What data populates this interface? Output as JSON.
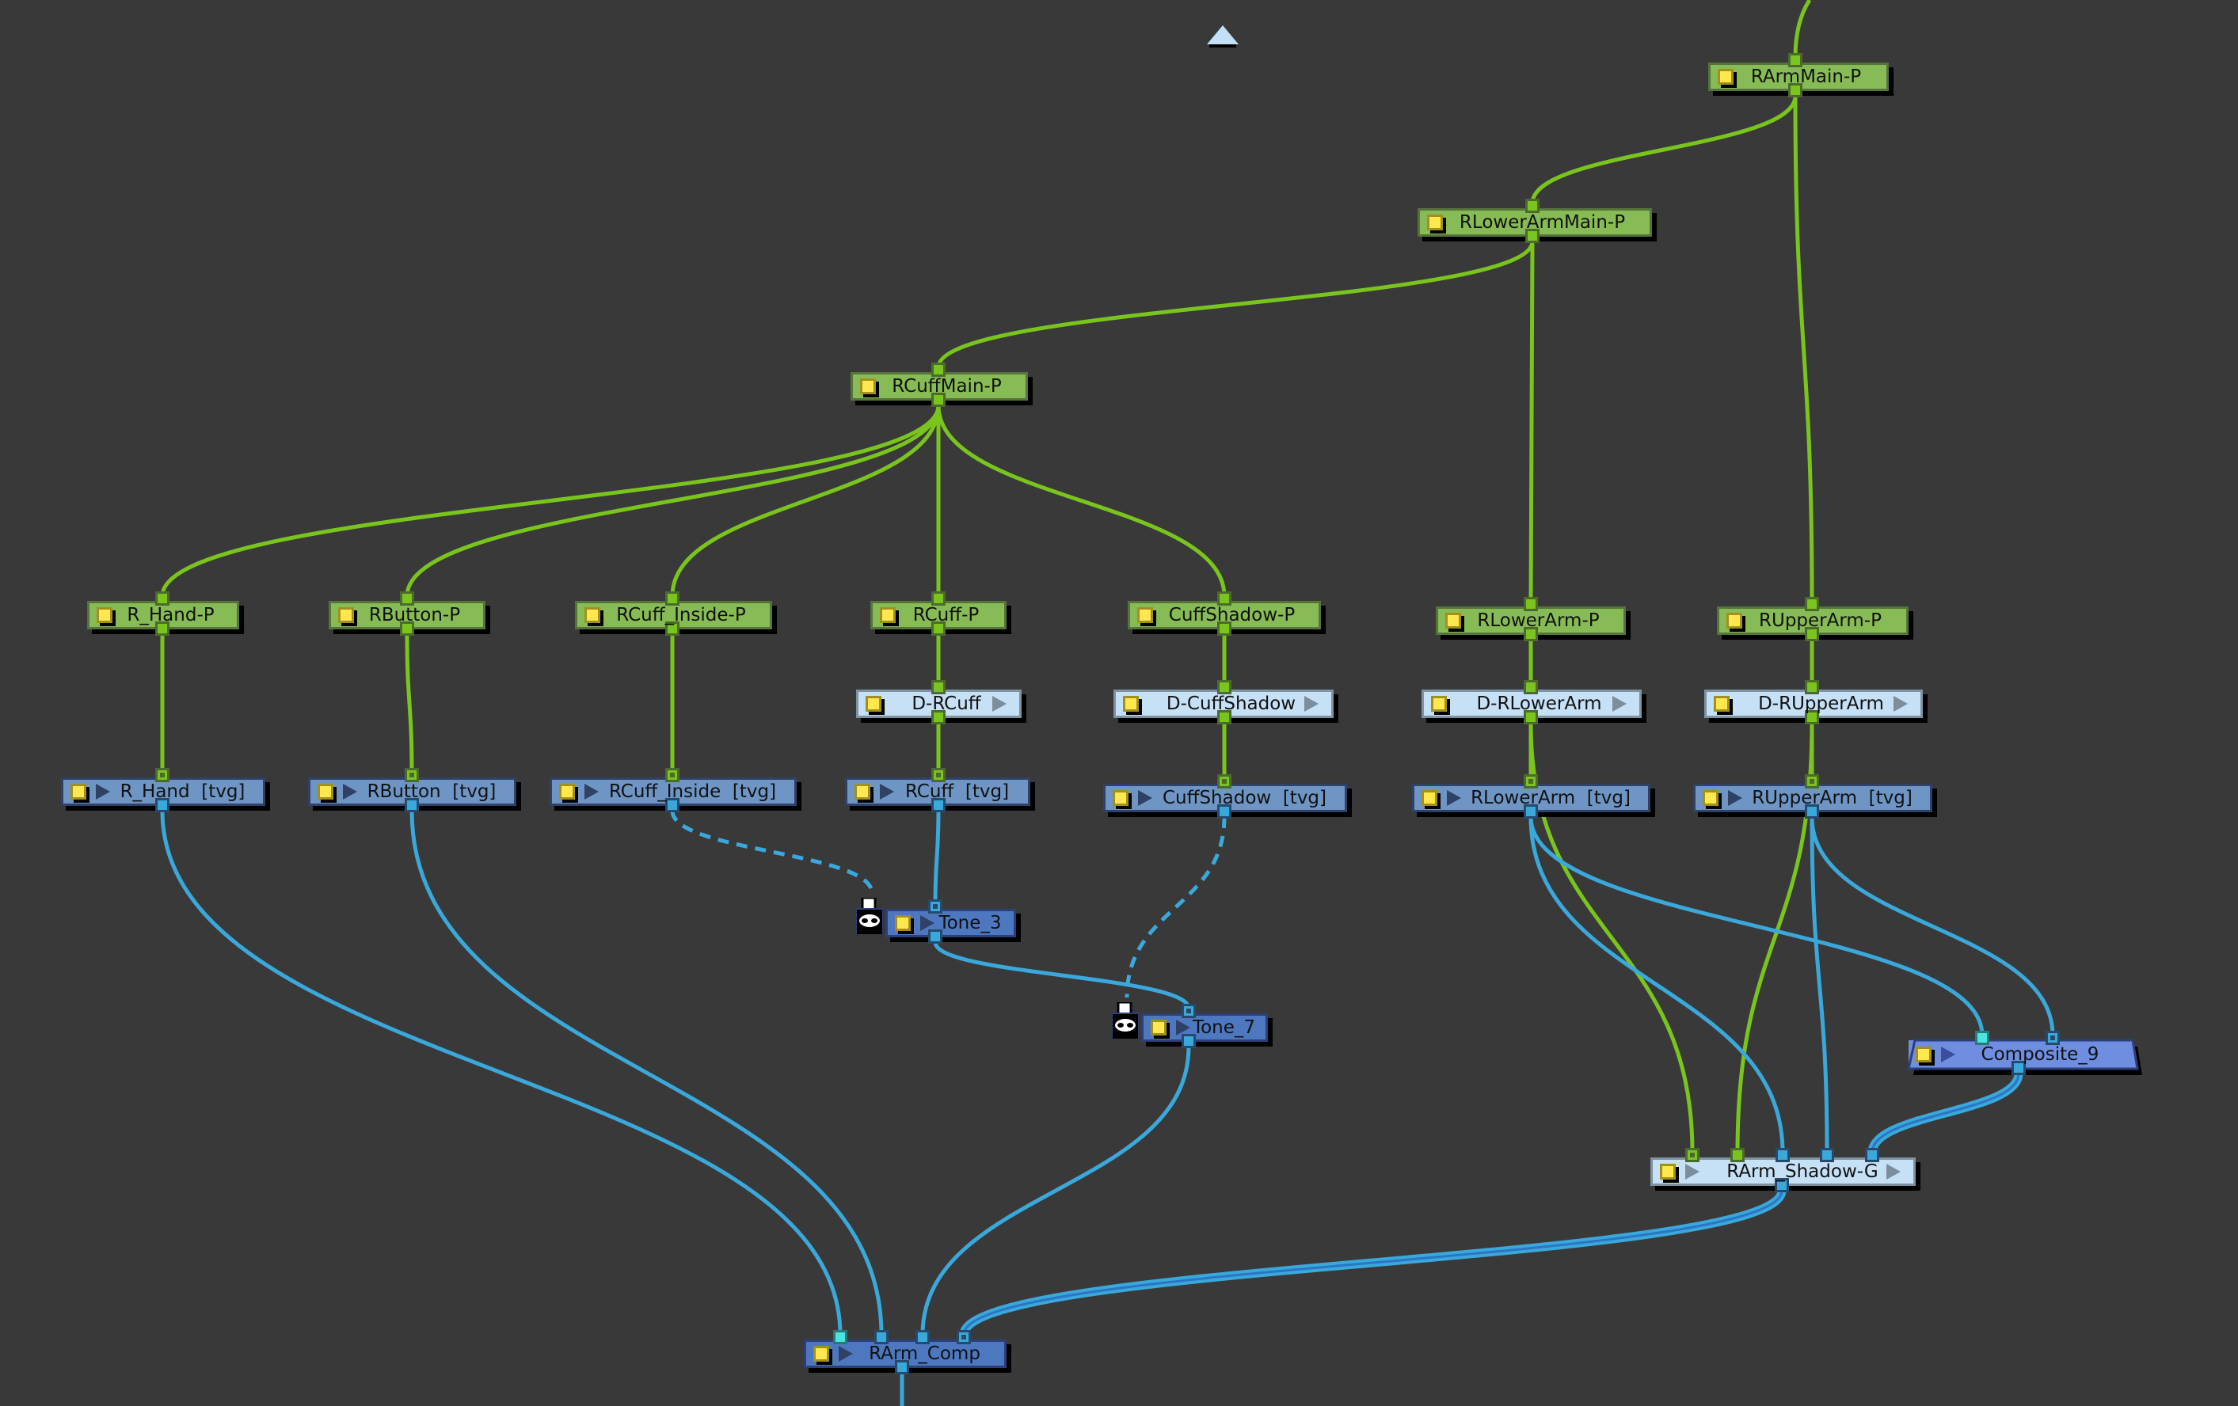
{
  "app": "Node View",
  "colors": {
    "background": "#393939",
    "peg_node": "#87bb56",
    "deform_node": "#c6e0f6",
    "drawing_node": "#6e95c4",
    "effect_node": "#4d78c0",
    "composite_node": "#6f8ee0",
    "matte_wire": "#79c51e",
    "image_wire": "#3aa8db",
    "enable_toggle": "#ffe84f"
  },
  "navigation": {
    "icon": "scroll-up-arrow-icon"
  },
  "nodes": [
    {
      "id": "RArmMain-P",
      "label": "RArmMain-P",
      "type": "peg"
    },
    {
      "id": "RLowerArmMain-P",
      "label": "RLowerArmMain-P",
      "type": "peg"
    },
    {
      "id": "RCuffMain-P",
      "label": "RCuffMain-P",
      "type": "peg"
    },
    {
      "id": "R_Hand-P",
      "label": "R_Hand-P",
      "type": "peg"
    },
    {
      "id": "RButton-P",
      "label": "RButton-P",
      "type": "peg"
    },
    {
      "id": "RCuff_Inside-P",
      "label": "RCuff_Inside-P",
      "type": "peg"
    },
    {
      "id": "RCuff-P",
      "label": "RCuff-P",
      "type": "peg"
    },
    {
      "id": "CuffShadow-P",
      "label": "CuffShadow-P",
      "type": "peg"
    },
    {
      "id": "RLowerArm-P",
      "label": "RLowerArm-P",
      "type": "peg"
    },
    {
      "id": "RUpperArm-P",
      "label": "RUpperArm-P",
      "type": "peg"
    },
    {
      "id": "D-RCuff",
      "label": "D-RCuff",
      "type": "deform"
    },
    {
      "id": "D-CuffShadow",
      "label": "D-CuffShadow",
      "type": "deform"
    },
    {
      "id": "D-RLowerArm",
      "label": "D-RLowerArm",
      "type": "deform"
    },
    {
      "id": "D-RUpperArm",
      "label": "D-RUpperArm",
      "type": "deform"
    },
    {
      "id": "R_Hand",
      "label": "R_Hand  [tvg]",
      "type": "drawing"
    },
    {
      "id": "RButton",
      "label": "RButton  [tvg]",
      "type": "drawing"
    },
    {
      "id": "RCuff_Inside",
      "label": "RCuff_Inside  [tvg]",
      "type": "drawing"
    },
    {
      "id": "RCuff",
      "label": "RCuff  [tvg]",
      "type": "drawing"
    },
    {
      "id": "CuffShadow",
      "label": "CuffShadow  [tvg]",
      "type": "drawing"
    },
    {
      "id": "RLowerArm",
      "label": "RLowerArm  [tvg]",
      "type": "drawing"
    },
    {
      "id": "RUpperArm",
      "label": "RUpperArm  [tvg]",
      "type": "drawing"
    },
    {
      "id": "Tone_3",
      "label": "Tone_3",
      "type": "effect",
      "matte": true
    },
    {
      "id": "Tone_7",
      "label": "Tone_7",
      "type": "effect",
      "matte": true
    },
    {
      "id": "Composite_9",
      "label": "Composite_9",
      "type": "composite"
    },
    {
      "id": "RArm_Shadow-G",
      "label": "RArm_Shadow-G",
      "type": "group"
    },
    {
      "id": "RArm_Comp",
      "label": "RArm_Comp",
      "type": "effect"
    }
  ],
  "connections": [
    {
      "from": "RArmMain-P",
      "to": "RLowerArmMain-P",
      "kind": "peg"
    },
    {
      "from": "RArmMain-P",
      "to": "RUpperArm-P",
      "kind": "peg"
    },
    {
      "from": "RLowerArmMain-P",
      "to": "RCuffMain-P",
      "kind": "peg"
    },
    {
      "from": "RLowerArmMain-P",
      "to": "RLowerArm-P",
      "kind": "peg"
    },
    {
      "from": "RCuffMain-P",
      "to": "R_Hand-P",
      "kind": "peg"
    },
    {
      "from": "RCuffMain-P",
      "to": "RButton-P",
      "kind": "peg"
    },
    {
      "from": "RCuffMain-P",
      "to": "RCuff_Inside-P",
      "kind": "peg"
    },
    {
      "from": "RCuffMain-P",
      "to": "RCuff-P",
      "kind": "peg"
    },
    {
      "from": "RCuffMain-P",
      "to": "CuffShadow-P",
      "kind": "peg"
    },
    {
      "from": "R_Hand-P",
      "to": "R_Hand",
      "kind": "peg"
    },
    {
      "from": "RButton-P",
      "to": "RButton",
      "kind": "peg"
    },
    {
      "from": "RCuff_Inside-P",
      "to": "RCuff_Inside",
      "kind": "peg"
    },
    {
      "from": "RCuff-P",
      "to": "D-RCuff",
      "kind": "peg"
    },
    {
      "from": "D-RCuff",
      "to": "RCuff",
      "kind": "peg"
    },
    {
      "from": "CuffShadow-P",
      "to": "D-CuffShadow",
      "kind": "peg"
    },
    {
      "from": "D-CuffShadow",
      "to": "CuffShadow",
      "kind": "peg"
    },
    {
      "from": "RLowerArm-P",
      "to": "D-RLowerArm",
      "kind": "peg"
    },
    {
      "from": "D-RLowerArm",
      "to": "RLowerArm",
      "kind": "peg"
    },
    {
      "from": "D-RLowerArm",
      "to": "RArm_Shadow-G",
      "kind": "peg"
    },
    {
      "from": "RUpperArm-P",
      "to": "D-RUpperArm",
      "kind": "peg"
    },
    {
      "from": "D-RUpperArm",
      "to": "RUpperArm",
      "kind": "peg"
    },
    {
      "from": "D-RUpperArm",
      "to": "RArm_Shadow-G",
      "kind": "peg"
    },
    {
      "from": "RCuff_Inside",
      "to": "Tone_3",
      "kind": "matte"
    },
    {
      "from": "RCuff",
      "to": "Tone_3",
      "kind": "image"
    },
    {
      "from": "CuffShadow",
      "to": "Tone_7",
      "kind": "matte"
    },
    {
      "from": "Tone_3",
      "to": "Tone_7",
      "kind": "image"
    },
    {
      "from": "R_Hand",
      "to": "RArm_Comp",
      "kind": "image"
    },
    {
      "from": "RButton",
      "to": "RArm_Comp",
      "kind": "image"
    },
    {
      "from": "Tone_7",
      "to": "RArm_Comp",
      "kind": "image"
    },
    {
      "from": "RArm_Shadow-G",
      "to": "RArm_Comp",
      "kind": "multi"
    },
    {
      "from": "RLowerArm",
      "to": "Composite_9",
      "kind": "image"
    },
    {
      "from": "RUpperArm",
      "to": "Composite_9",
      "kind": "image"
    },
    {
      "from": "RLowerArm",
      "to": "RArm_Shadow-G",
      "kind": "image"
    },
    {
      "from": "RUpperArm",
      "to": "RArm_Shadow-G",
      "kind": "image"
    },
    {
      "from": "Composite_9",
      "to": "RArm_Shadow-G",
      "kind": "multi"
    }
  ]
}
